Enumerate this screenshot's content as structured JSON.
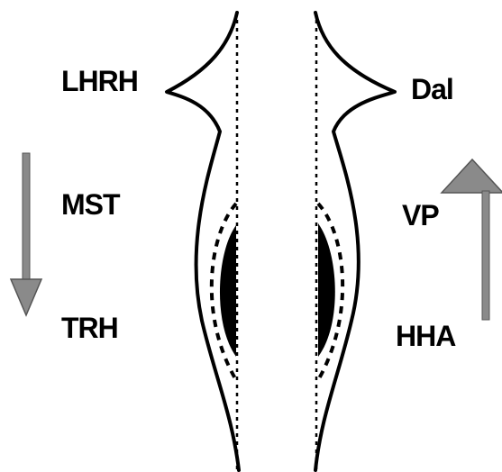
{
  "left_labels": [
    "LHRH",
    "MST",
    "TRH"
  ],
  "right_labels": [
    "Dal",
    "VP",
    "HHA"
  ],
  "arrows": {
    "left": {
      "direction": "down",
      "icon": "arrow-down-icon"
    },
    "right": {
      "direction": "up",
      "icon": "arrow-up-icon"
    }
  },
  "colors": {
    "outline": "#000000",
    "arrow_fill": "#8a8a8a",
    "arrow_stroke": "#555555",
    "background": "#ffffff"
  }
}
